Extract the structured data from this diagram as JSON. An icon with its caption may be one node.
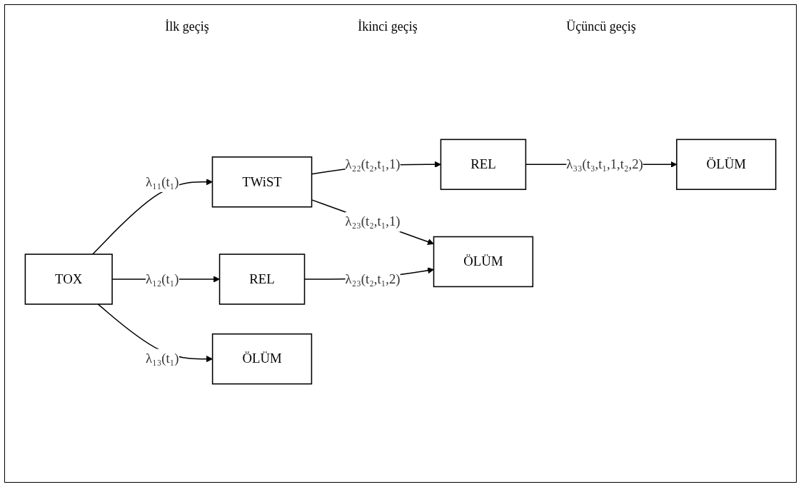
{
  "diagram": {
    "nodes": [
      {
        "text": [
          "TOX"
        ]
      },
      {
        "text": [
          "TWiST"
        ]
      },
      {
        "text": [
          "REL"
        ]
      },
      {
        "text": [
          "ÖLÜM"
        ]
      },
      {
        "text": [
          "REL"
        ]
      },
      {
        "text": [
          "ÖLÜM"
        ]
      },
      {
        "text": [
          "ÖLÜM"
        ]
      }
    ],
    "edges": [
      {
        "from": 0,
        "to": 1,
        "arrow": "to",
        "label": "λ₁₁(t₁)"
      },
      {
        "from": 0,
        "to": 2,
        "arrow": "to",
        "label": "λ₁₂(t₁)"
      },
      {
        "from": 0,
        "to": 3,
        "arrow": "to",
        "label": "λ₁₃(t₁)"
      },
      {
        "from": 1,
        "to": 4,
        "arrow": "to",
        "label": "λ₂₂(t₂,t₁,1)"
      },
      {
        "from": 1,
        "to": 5,
        "arrow": "to",
        "label": "λ₂₃(t₂,t₁,1)"
      },
      {
        "from": 2,
        "to": 5,
        "arrow": "to",
        "label": "λ₂₃(t₂,t₁,2)"
      },
      {
        "from": 4,
        "to": 6,
        "arrow": "to",
        "label": "λ₃₃(t₃,t₁,1,t₂,2)"
      }
    ],
    "labels": [
      "İlk geçiş",
      "İkinci geçiş",
      "Üçüncü geçiş"
    ]
  }
}
